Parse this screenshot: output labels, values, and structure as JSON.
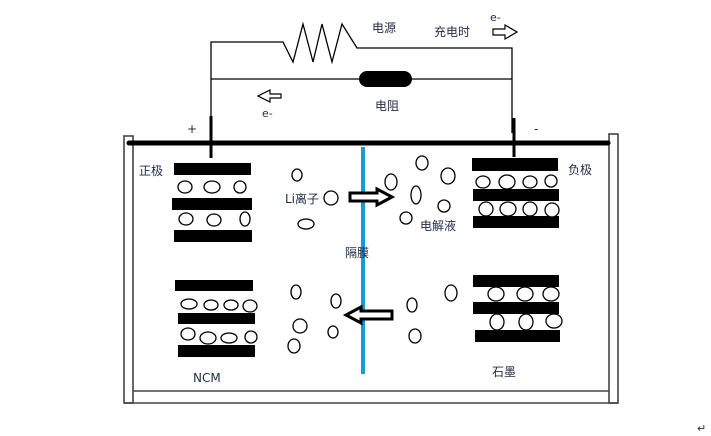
{
  "diagram": {
    "title": "Lithium-ion battery charging schematic",
    "labels": {
      "power_source": "电源",
      "charging": "充电时",
      "electron_top": "e-",
      "electron_left": "e-",
      "resistor": "电阻",
      "positive_sign": "+",
      "negative_sign": "-",
      "positive_electrode": "正极",
      "negative_electrode": "负极",
      "li_ion": "Li离子",
      "electrolyte": "电解液",
      "separator": "隔膜",
      "cathode_material": "NCM",
      "anode_material": "石墨",
      "paragraph_mark": "↵"
    },
    "colors": {
      "separator": "#1a9ad6",
      "text": "#1f2a44",
      "line": "#000000"
    },
    "components": {
      "positive_electrode_layers": 2,
      "negative_electrode_layers": 2,
      "arrows": [
        {
          "name": "ion-arrow-right",
          "direction": "right"
        },
        {
          "name": "ion-arrow-left",
          "direction": "left"
        },
        {
          "name": "electron-arrow-right",
          "direction": "right"
        },
        {
          "name": "electron-arrow-left",
          "direction": "left"
        }
      ]
    }
  }
}
